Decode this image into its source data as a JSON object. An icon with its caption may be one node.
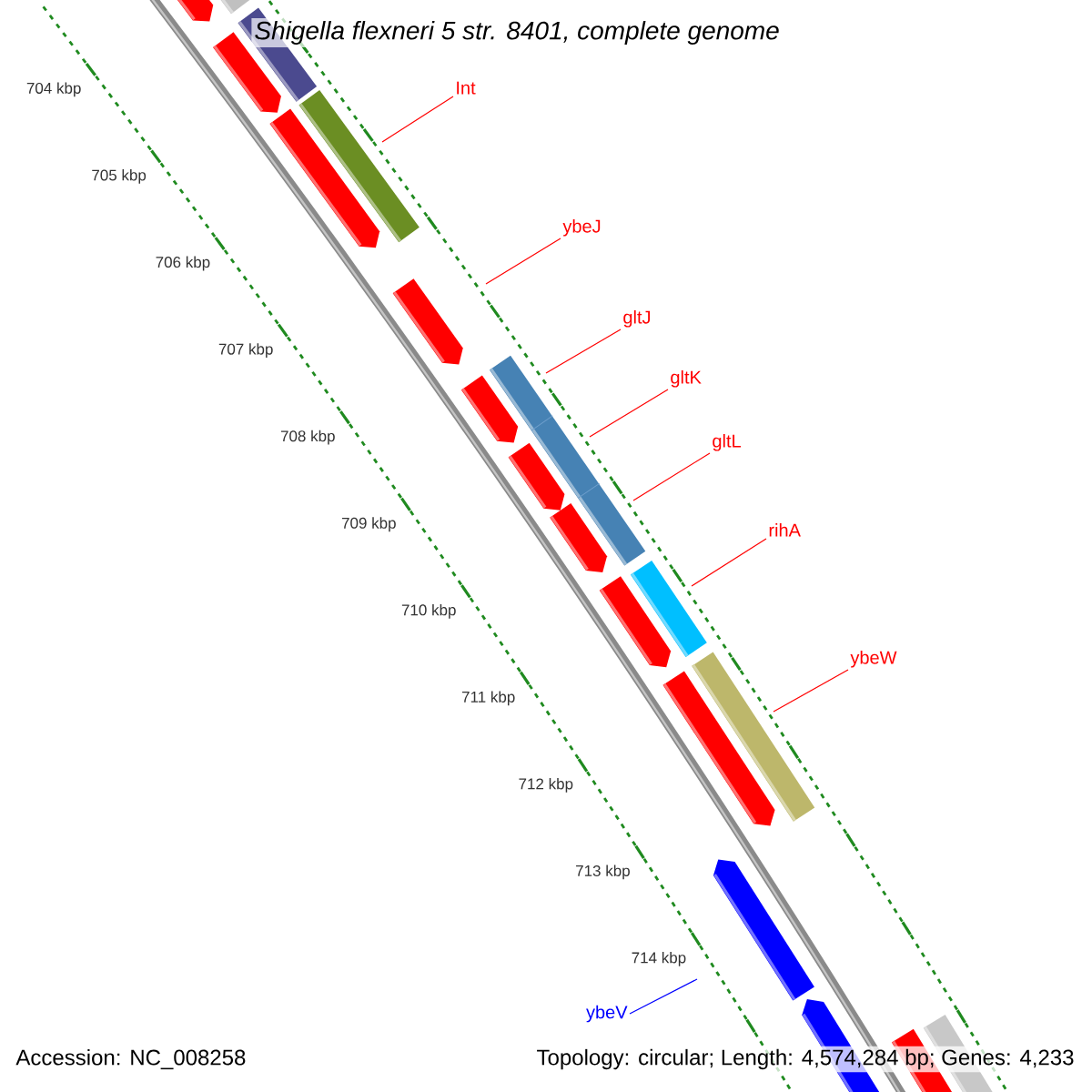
{
  "diagram": {
    "title": "Shigella flexneri 5 str. 8401, complete genome",
    "nodes": [
      {
        "text": [
          "Int"
        ]
      },
      {
        "text": [
          "ybeJ"
        ]
      },
      {
        "text": [
          "gltJ"
        ]
      },
      {
        "text": [
          "gltK"
        ]
      },
      {
        "text": [
          "gltL"
        ]
      },
      {
        "text": [
          "rihA"
        ]
      },
      {
        "text": [
          "ybeW"
        ]
      },
      {
        "text": [
          "ybeV"
        ]
      }
    ],
    "edges": [
      {
        "from": 0,
        "to": null,
        "arrow": "none"
      },
      {
        "from": 1,
        "to": null,
        "arrow": "none"
      },
      {
        "from": 2,
        "to": null,
        "arrow": "none"
      },
      {
        "from": 3,
        "to": null,
        "arrow": "none"
      },
      {
        "from": 4,
        "to": null,
        "arrow": "none"
      },
      {
        "from": 5,
        "to": null,
        "arrow": "none"
      },
      {
        "from": 6,
        "to": null,
        "arrow": "none"
      },
      {
        "from": 7,
        "to": null,
        "arrow": "none",
        "color": "#0000ff"
      }
    ],
    "labels": [
      "704 kbp",
      "705 kbp",
      "706 kbp",
      "707 kbp",
      "708 kbp",
      "709 kbp",
      "710 kbp",
      "711 kbp",
      "712 kbp",
      "713 kbp",
      "714 kbp",
      "Accession: NC_008258",
      "Topology: circular; Length: 4,574,284 bp; Genes: 4,233"
    ]
  }
}
